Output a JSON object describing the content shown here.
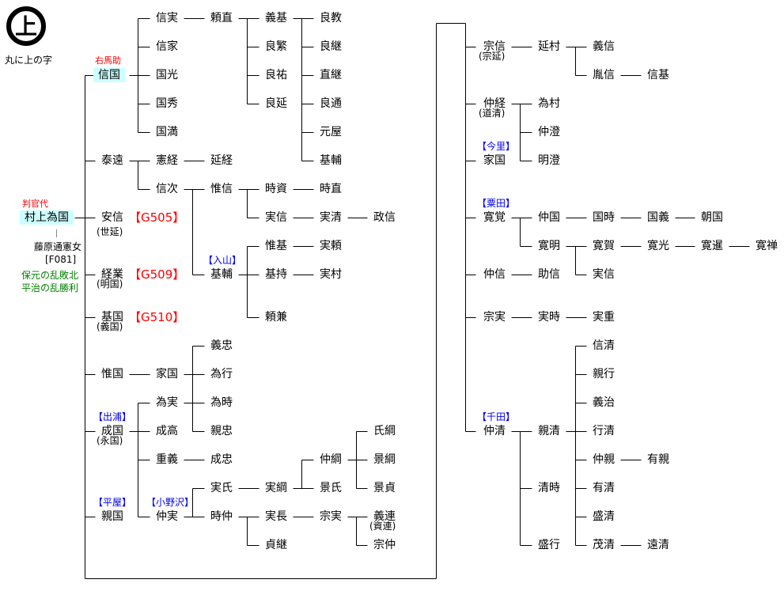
{
  "crest": {
    "glyph": "上",
    "caption": "丸に上の字"
  },
  "founder": {
    "title": "判官代",
    "name": "村上為国",
    "wife": "藤原通憲女",
    "wife_code": "[F081]",
    "notes": [
      "保元の乱敗北",
      "平治の乱勝利"
    ]
  },
  "nodes": [
    "信国",
    "信実",
    "信家",
    "国光",
    "国秀",
    "国満",
    "頼直",
    "義基",
    "良繁",
    "良祐",
    "良延",
    "良教",
    "良継",
    "直継",
    "良通",
    "元屋",
    "基輔",
    "泰遠",
    "憲経",
    "延経",
    "信次",
    "惟信",
    "時資",
    "時直",
    "実信",
    "実清",
    "政信",
    "基輔",
    "惟基",
    "実頼",
    "基持",
    "実村",
    "頼兼",
    "安信",
    "経業",
    "基国",
    "惟国",
    "家国",
    "義忠",
    "為行",
    "為時",
    "親忠",
    "成国",
    "為実",
    "成高",
    "重義",
    "成忠",
    "仲実",
    "実氏",
    "実綱",
    "仲綱",
    "景氏",
    "氏綱",
    "景綱",
    "景貞",
    "時仲",
    "実長",
    "貞継",
    "宗実",
    "義連",
    "宗仲",
    "親国",
    "宗信",
    "延村",
    "義信",
    "胤信",
    "信基",
    "仲経",
    "為村",
    "仲澄",
    "明澄",
    "家国",
    "寛覚",
    "仲国",
    "国時",
    "国義",
    "朝国",
    "寛明",
    "寛賀",
    "寛光",
    "寛暹",
    "寛禅",
    "実信",
    "仲信",
    "助信",
    "宗実",
    "実時",
    "実重",
    "仲清",
    "親清",
    "清時",
    "盛行",
    "信清",
    "親行",
    "義治",
    "行清",
    "仲親",
    "有清",
    "盛清",
    "茂清",
    "有親",
    "遠清"
  ],
  "alt_names": [
    "(世延)",
    "(明国)",
    "(義国)",
    "(永国)",
    "(資連)",
    "(宗延)",
    "(道清)"
  ],
  "titles": [
    "右馬助"
  ],
  "tags": [
    "【出浦】",
    "【平屋】",
    "【小野沢】",
    "【入山】",
    "【今里】",
    "【粟田】",
    "【千田】"
  ],
  "codes": [
    "【G505】",
    "【G509】",
    "【G510】"
  ]
}
